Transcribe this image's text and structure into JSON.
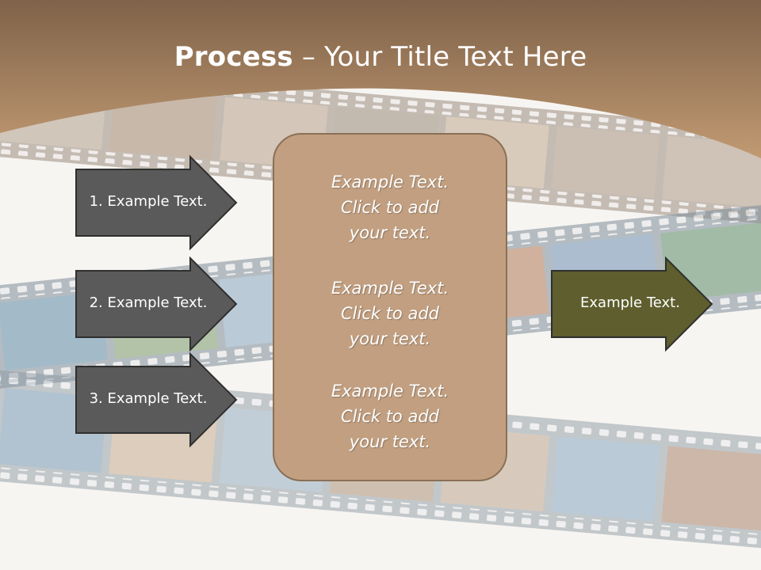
{
  "title": {
    "bold": "Process",
    "rest": " – Your Title Text Here"
  },
  "left_arrows": [
    {
      "label": "1. Example Text."
    },
    {
      "label": "2. Example Text."
    },
    {
      "label": "3. Example Text."
    }
  ],
  "center_box": {
    "items": [
      {
        "line1": "Example Text.",
        "line2": "Click  to add",
        "line3": "your text."
      },
      {
        "line1": "Example Text.",
        "line2": "Click  to add",
        "line3": "your text."
      },
      {
        "line1": "Example Text.",
        "line2": "Click  to add",
        "line3": "your text."
      }
    ]
  },
  "output_arrow": {
    "label": "Example Text."
  },
  "colors": {
    "header_top": "#7f6249",
    "header_bottom": "#c19a72",
    "left_arrow_fill": "#5a5a5a",
    "output_arrow_fill": "#5e5e2e",
    "center_box_fill": "#c19f80"
  }
}
